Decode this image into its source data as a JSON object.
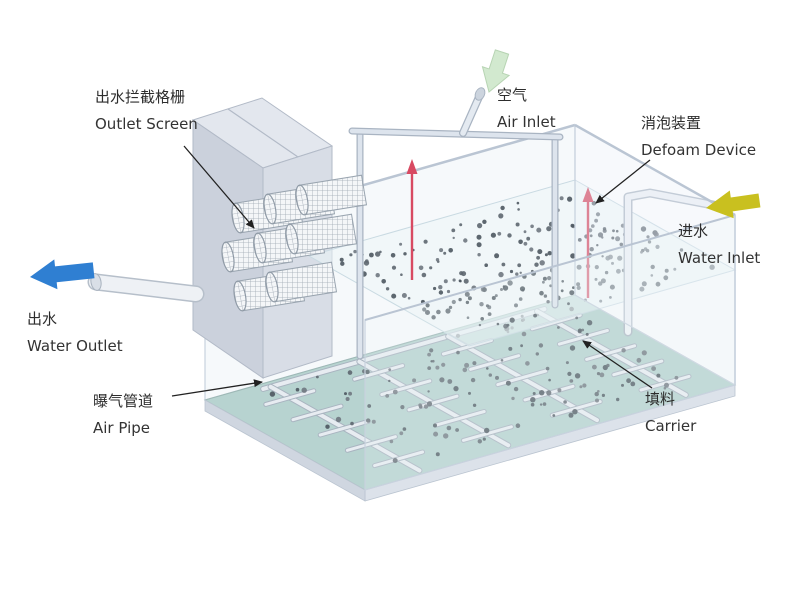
{
  "labels": {
    "outlet_screen": {
      "zh": "出水拦截格栅",
      "en": "Outlet Screen"
    },
    "air_inlet": {
      "zh": "空气",
      "en": "Air Inlet"
    },
    "defoam_device": {
      "zh": "消泡装置",
      "en": "Defoam Device"
    },
    "water_inlet": {
      "zh": "进水",
      "en": "Water Inlet"
    },
    "water_outlet": {
      "zh": "出水",
      "en": "Water Outlet"
    },
    "air_pipe": {
      "zh": "曝气管道",
      "en": "Air Pipe"
    },
    "carrier": {
      "zh": "填料",
      "en": "Carrier"
    }
  },
  "colors": {
    "water_outlet_arrow": "#2f7fd2",
    "water_inlet_arrow": "#c9c01f",
    "air_inlet_arrow": "#d2e9cf",
    "defoam_arrow": "#d84a62",
    "tank_floor": "#b7d3d0",
    "leader_line": "#222222"
  }
}
